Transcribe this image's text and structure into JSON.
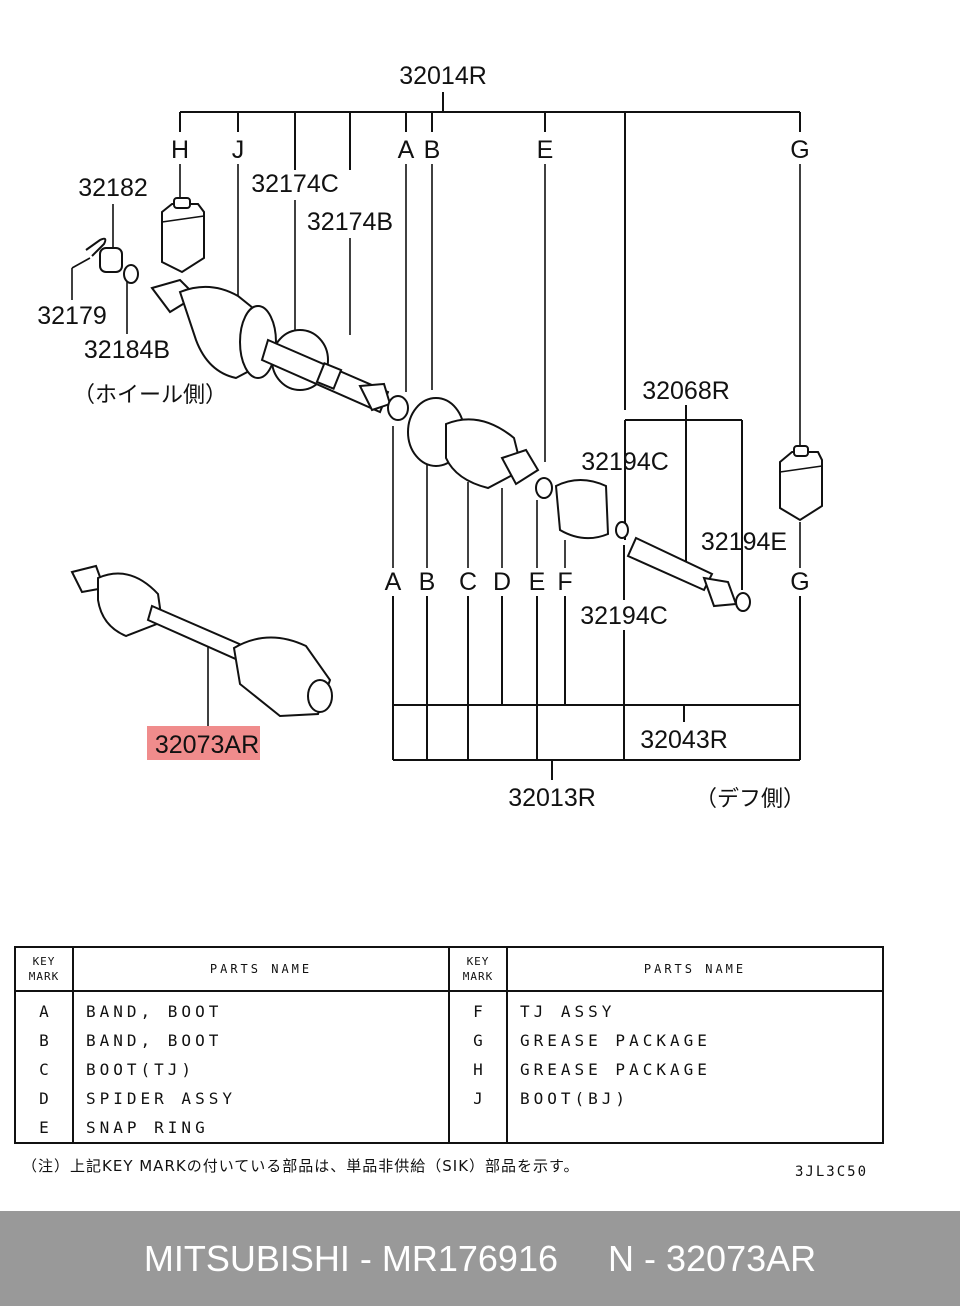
{
  "diagram": {
    "assembly_labels": {
      "top": "32014R",
      "highlighted": "32073AR",
      "right_group": "32043R",
      "bottom_group": "32013R",
      "upper_right_group": "32068R"
    },
    "part_labels": {
      "p32182": "32182",
      "p32179": "32179",
      "p32184B": "32184B",
      "p32174C": "32174C",
      "p32174B": "32174B",
      "p32194C_top": "32194C",
      "p32194E": "32194E",
      "p32194C_bottom": "32194C"
    },
    "side_labels": {
      "wheel_side": "（ホイール側）",
      "diff_side": "（デフ側）"
    },
    "key_letters_top": [
      "H",
      "J",
      "A",
      "B",
      "E",
      "G"
    ],
    "key_letters_bottom": [
      "A",
      "B",
      "C",
      "D",
      "E",
      "F",
      "G"
    ],
    "highlight_color": "#f08c8c"
  },
  "parts_table": {
    "key_header_line1": "KEY",
    "key_header_line2": "MARK",
    "name_header": "PARTS NAME",
    "left_rows": [
      {
        "key": "A",
        "name": "BAND, BOOT"
      },
      {
        "key": "B",
        "name": "BAND, BOOT"
      },
      {
        "key": "C",
        "name": "BOOT(TJ)"
      },
      {
        "key": "D",
        "name": "SPIDER ASSY"
      },
      {
        "key": "E",
        "name": "SNAP RING"
      }
    ],
    "right_rows": [
      {
        "key": "F",
        "name": "TJ ASSY"
      },
      {
        "key": "G",
        "name": "GREASE PACKAGE"
      },
      {
        "key": "H",
        "name": "GREASE PACKAGE"
      },
      {
        "key": "J",
        "name": "BOOT(BJ)"
      }
    ]
  },
  "note": "（注）上記KEY MARKの付いている部品は、単品非供給（SIK）部品を示す。",
  "diagram_code": "3JL3C50",
  "footer": {
    "text": "MITSUBISHI - MR176916     N - 32073AR",
    "background": "#999999"
  }
}
